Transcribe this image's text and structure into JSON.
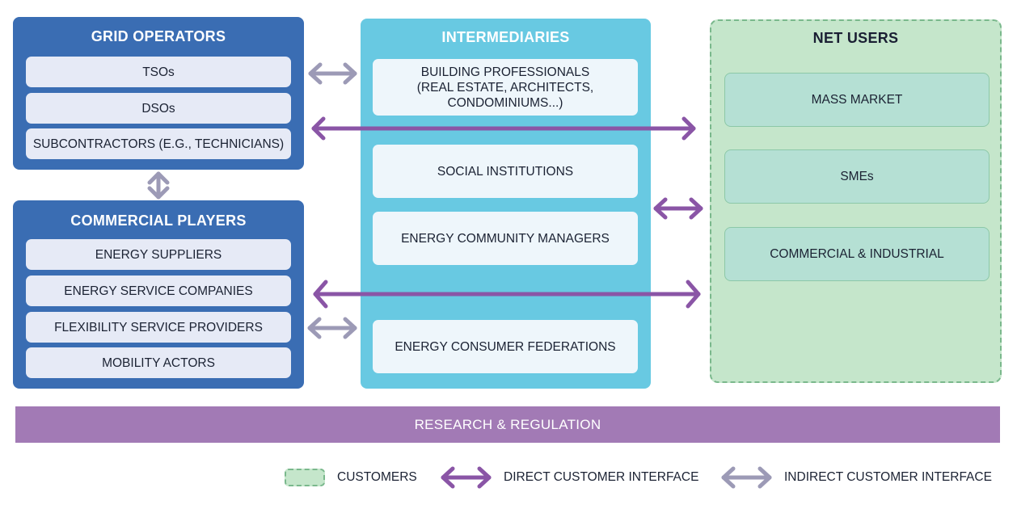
{
  "colors": {
    "blue_panel": "#3a6db3",
    "intermediaries_panel": "#68c9e2",
    "net_users_panel": "#c5e6cb",
    "research_bar": "#a27ab5",
    "direct_arrow": "#8a55a6",
    "indirect_arrow": "#9c9ab6"
  },
  "grid_operators": {
    "title": "GRID OPERATORS",
    "items": [
      "TSOs",
      "DSOs",
      "SUBCONTRACTORS (E.G., TECHNICIANS)"
    ]
  },
  "commercial_players": {
    "title": "COMMERCIAL PLAYERS",
    "items": [
      "ENERGY SUPPLIERS",
      "ENERGY SERVICE COMPANIES",
      "FLEXIBILITY SERVICE PROVIDERS",
      "MOBILITY ACTORS"
    ]
  },
  "intermediaries": {
    "title": "INTERMEDIARIES",
    "items": [
      "BUILDING PROFESSIONALS\n(REAL ESTATE, ARCHITECTS,\nCONDOMINIUMS...)",
      "SOCIAL INSTITUTIONS",
      "ENERGY COMMUNITY MANAGERS",
      "ENERGY CONSUMER FEDERATIONS"
    ]
  },
  "net_users": {
    "title": "NET USERS",
    "items": [
      "MASS MARKET",
      "SMEs",
      "COMMERCIAL & INDUSTRIAL"
    ]
  },
  "research_bar": {
    "label": "RESEARCH & REGULATION"
  },
  "connections": [
    {
      "from": "grid_operators",
      "to": "intermediaries",
      "type": "indirect"
    },
    {
      "from": "grid_operators",
      "to": "net_users",
      "type": "direct"
    },
    {
      "from": "grid_operators",
      "to": "commercial_players",
      "type": "indirect"
    },
    {
      "from": "intermediaries",
      "to": "net_users",
      "type": "direct"
    },
    {
      "from": "commercial_players",
      "to": "net_users",
      "type": "direct"
    },
    {
      "from": "commercial_players",
      "to": "intermediaries",
      "type": "indirect"
    }
  ],
  "legend": {
    "customers": "CUSTOMERS",
    "direct": "DIRECT CUSTOMER INTERFACE",
    "indirect": "INDIRECT CUSTOMER INTERFACE"
  }
}
